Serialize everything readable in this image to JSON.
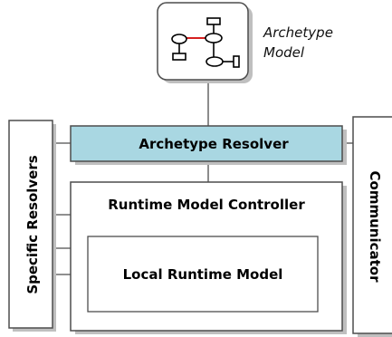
{
  "archetype_model": {
    "icon": "archetype-model-graph-icon",
    "label_line1": "Archetype",
    "label_line2": "Model"
  },
  "archetype_resolver": {
    "label": "Archetype Resolver",
    "fill": "#a9d7e2"
  },
  "runtime_model_controller": {
    "label": "Runtime Model Controller"
  },
  "local_runtime_model": {
    "label": "Local Runtime Model"
  },
  "specific_resolvers": {
    "label": "Specific Resolvers"
  },
  "communicator": {
    "label": "Communicator"
  },
  "colors": {
    "stroke": "#4d4d4d",
    "shadow": "#bfbfbf",
    "icon_connector": "#d62020"
  }
}
